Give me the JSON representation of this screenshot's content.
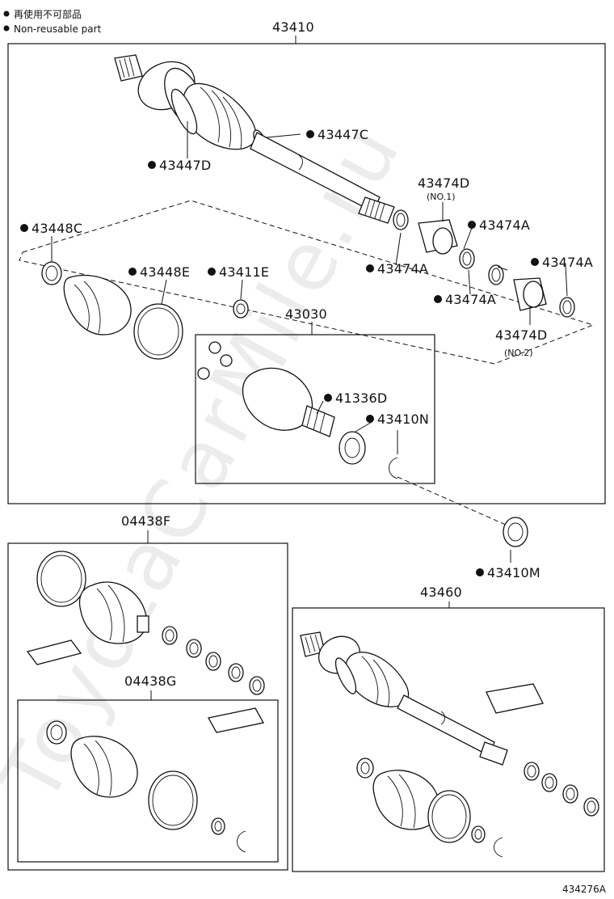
{
  "legend": {
    "items": [
      {
        "label": "再使用不可部品"
      },
      {
        "label": "Non-reusable part"
      }
    ],
    "bullet_color": "#111111"
  },
  "watermark": "ToyotaCarMile.ru",
  "diagram_number": "434276A",
  "parts": {
    "p43410": {
      "label": "43410"
    },
    "p43447C": {
      "label": "43447C",
      "non_reusable": true
    },
    "p43447D": {
      "label": "43447D",
      "non_reusable": true
    },
    "p43474D1": {
      "label": "43474D",
      "note": "(NO.1)"
    },
    "p43474A1": {
      "label": "43474A",
      "non_reusable": true
    },
    "p43474A2": {
      "label": "43474A",
      "non_reusable": true
    },
    "p43474A3": {
      "label": "43474A",
      "non_reusable": true
    },
    "p43474A4": {
      "label": "43474A",
      "non_reusable": true
    },
    "p43474D2": {
      "label": "43474D",
      "note": "(NO.2)"
    },
    "p43448C": {
      "label": "43448C",
      "non_reusable": true
    },
    "p43448E": {
      "label": "43448E",
      "non_reusable": true
    },
    "p43411E": {
      "label": "43411E",
      "non_reusable": true
    },
    "p43030": {
      "label": "43030"
    },
    "p41336D": {
      "label": "41336D",
      "non_reusable": true
    },
    "p43410N": {
      "label": "43410N",
      "non_reusable": true
    },
    "p43410M": {
      "label": "43410M",
      "non_reusable": true
    },
    "p04438F": {
      "label": "04438F"
    },
    "p04438G": {
      "label": "04438G"
    },
    "p43460": {
      "label": "43460"
    }
  }
}
